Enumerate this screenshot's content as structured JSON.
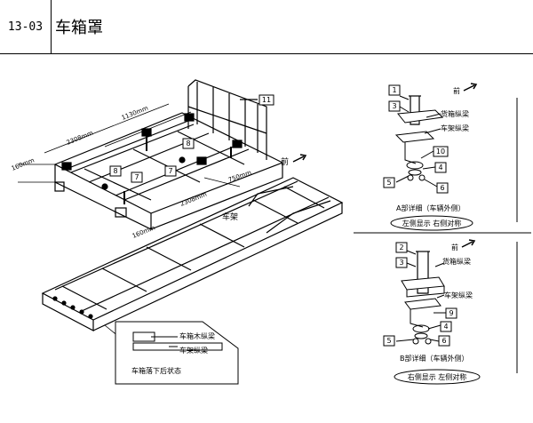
{
  "header": {
    "code": "13-03",
    "title": "车箱罩"
  },
  "main": {
    "callouts": [
      "11",
      "8",
      "8",
      "7",
      "7"
    ],
    "dims": [
      "1130mm",
      "2308mm",
      "160mm",
      "750mm",
      "2308mm",
      "160mm"
    ],
    "front": "前",
    "frame": "车架",
    "inset": {
      "row1": "车箱木纵梁",
      "row2": "车架纵梁",
      "caption": "车箱落下后状态"
    }
  },
  "detail_a": {
    "front": "前",
    "label_top": "货箱纵梁",
    "label_mid": "车架纵梁",
    "parts": [
      "1",
      "3",
      "10",
      "4",
      "5",
      "6"
    ],
    "caption": "A部详细（车辆外侧）",
    "note": "左侧显示  右侧对称"
  },
  "detail_b": {
    "front": "前",
    "label_top": "货箱纵梁",
    "label_mid": "车架纵梁",
    "parts": [
      "2",
      "3",
      "9",
      "4",
      "5",
      "6"
    ],
    "caption": "B部详细（车辆外侧）",
    "note": "右侧显示  左侧对称"
  }
}
